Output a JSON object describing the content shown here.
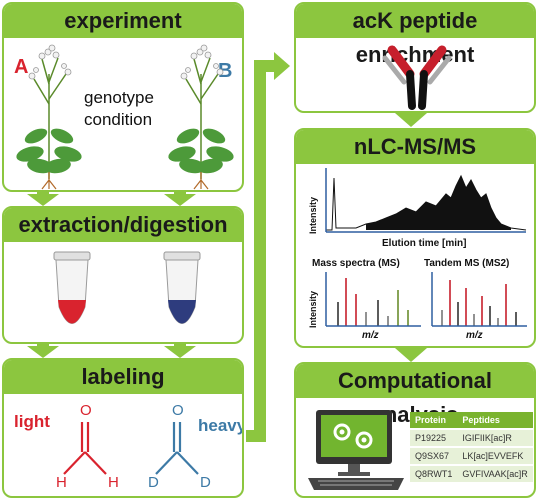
{
  "colors": {
    "green": "#8cc63f",
    "sample_a": "#d9232e",
    "sample_b": "#3d7aa6",
    "sample_b_tube": "#2e3c7e"
  },
  "panels": {
    "experiment": {
      "title": "experiment",
      "label_a": "A",
      "label_b": "B",
      "text_line1": "genotype",
      "text_line2": "condition"
    },
    "extraction": {
      "title": "extraction/digestion"
    },
    "labeling": {
      "title": "labeling",
      "light_label": "light",
      "heavy_label": "heavy",
      "atom_o": "O",
      "atom_h": "H",
      "atom_d": "D"
    },
    "enrichment": {
      "title": "acK peptide enrichment"
    },
    "nlc": {
      "title": "nLC-MS/MS",
      "intensity": "Intensity",
      "elution": "Elution time [min]",
      "ms_title": "Mass spectra (MS)",
      "ms2_title": "Tandem MS (MS2)",
      "mz": "m/z"
    },
    "computational": {
      "title": "Computational analysis",
      "table": {
        "headers": [
          "Protein",
          "Peptides"
        ],
        "rows": [
          [
            "P19225",
            "IGIFIIK[ac]R"
          ],
          [
            "Q9SX67",
            "LK[ac]EVVEFK"
          ],
          [
            "Q8RWT1",
            "GVFIVAAK[ac]R"
          ]
        ]
      }
    }
  }
}
